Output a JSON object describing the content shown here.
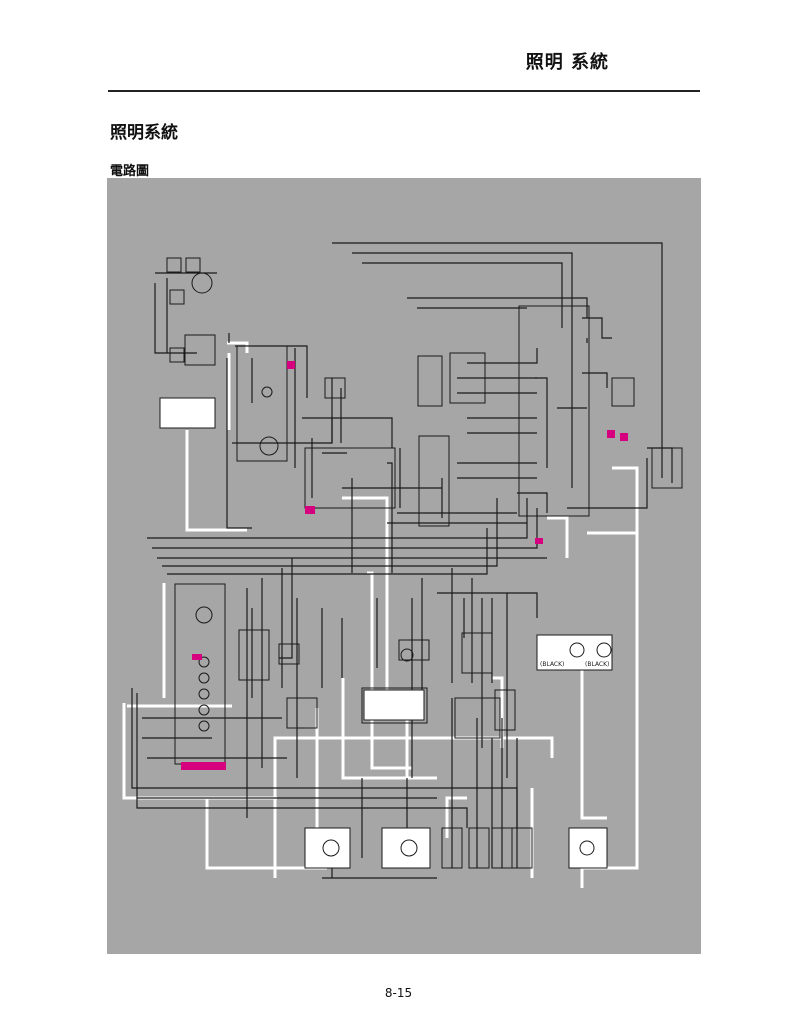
{
  "header": {
    "title": "照明 系統"
  },
  "section": {
    "title": "照明系統"
  },
  "subsection": {
    "title": "電路圖"
  },
  "diagram": {
    "background_color": "#a6a6a6",
    "wire_color": "#1a1a1a",
    "highlight_wire_color": "#ffffff",
    "label_color": "#d6007e",
    "connector_labels": [
      "(BLACK)",
      "(BLACK)"
    ]
  },
  "footer": {
    "page_number": "8-15"
  }
}
